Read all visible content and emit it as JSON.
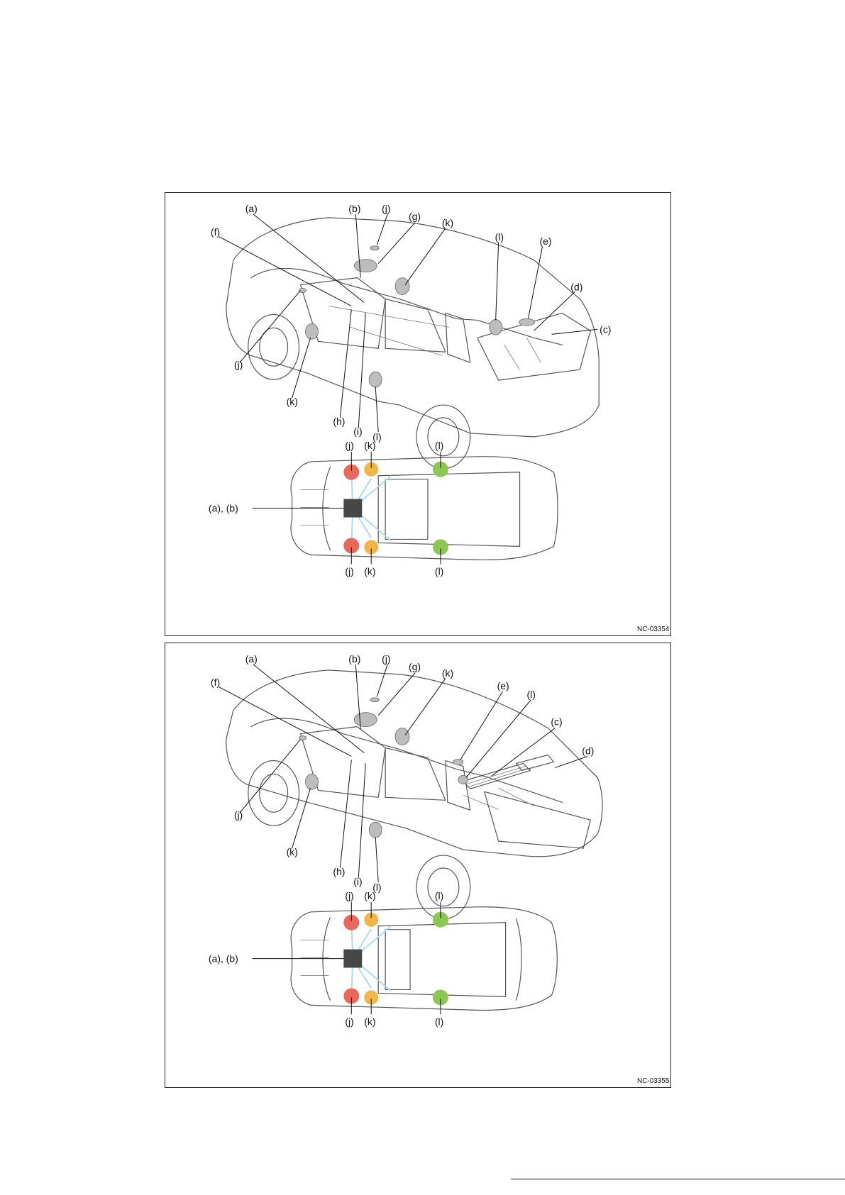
{
  "figures": [
    {
      "ref": "NC-03354",
      "labels": {
        "a": "(a)",
        "b": "(b)",
        "c": "(c)",
        "d": "(d)",
        "e": "(e)",
        "f": "(f)",
        "g": "(g)",
        "h": "(h)",
        "i": "(i)",
        "j": "(j)",
        "k": "(k)",
        "l": "(l)",
        "ab": "(a), (b)"
      }
    },
    {
      "ref": "NC-03355",
      "labels": {
        "a": "(a)",
        "b": "(b)",
        "c": "(c)",
        "d": "(d)",
        "e": "(e)",
        "f": "(f)",
        "g": "(g)",
        "h": "(h)",
        "i": "(i)",
        "j": "(j)",
        "k": "(k)",
        "l": "(l)",
        "ab": "(a), (b)"
      }
    }
  ],
  "colors": {
    "front_speaker": "#e8685a",
    "door_speaker": "#f0b64a",
    "rear_speaker": "#8cc653",
    "amplifier": "#474747",
    "wiring": "#a9dcf2"
  }
}
